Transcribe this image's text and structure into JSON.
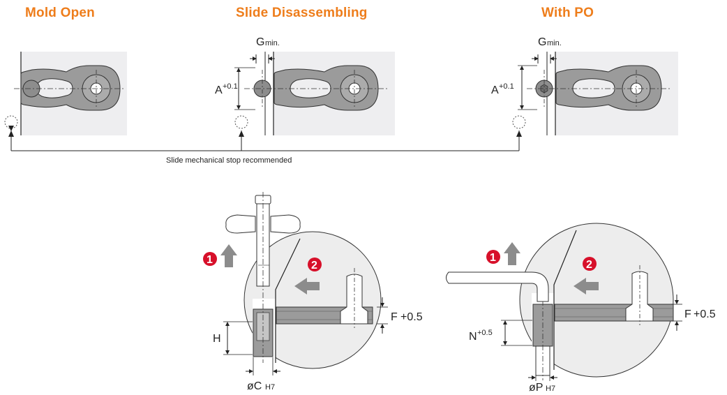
{
  "titles": {
    "mold_open": "Mold Open",
    "slide_disassembling": "Slide Disassembling",
    "with_po": "With PO"
  },
  "dimensions": {
    "g_min_main": "G",
    "g_min_sub": "min.",
    "a_main": "A",
    "a_tol": "+0.1",
    "f_main": "F",
    "f_tol": "+0.5",
    "h_main": "H",
    "c_main": "øC",
    "c_tol": "H7",
    "n_main": "N",
    "n_tol": "+0.5",
    "p_main": "øP",
    "p_tol": "H7"
  },
  "note": "Slide mechanical stop recommended",
  "steps": [
    "1",
    "2"
  ],
  "colors": {
    "accent_orange": "#ee7d1b",
    "step_red": "#d7102a",
    "panel_bg": "#eeeef0",
    "part_gray": "#9b9b9b",
    "circle_bg": "#ededed",
    "arrow_gray": "#8c8c8c"
  }
}
